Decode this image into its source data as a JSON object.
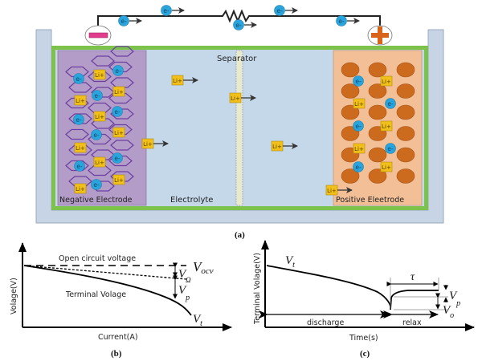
{
  "panel_a": {
    "caption": "(a)",
    "separator_label": "Separator",
    "electrolyte_label": "Electrolyte",
    "negative_electrode_label": "Negative Electrode",
    "positive_electrode_label": "Positive Eleetrode",
    "negative_terminal": "minus-icon",
    "positive_terminal": "plus-icon",
    "electron_label": "e-",
    "ion_label": "Li+",
    "colors": {
      "tank": "#c7d4e6",
      "tank_border": "#9aa9bd",
      "frame": "#7dc24b",
      "electrolyte": "#c5d8ea",
      "negative_electrode": "#b49cc8",
      "positive_electrode": "#f2bf97",
      "particle": "#cc6a1e",
      "electron": "#2aa4dc",
      "ion": "#f2c01a",
      "minus": "#e23c8c",
      "plus": "#d8641c",
      "lattice": "#6a3fa0"
    }
  },
  "panel_b": {
    "caption": "(b)",
    "ylabel": "Volage(V)",
    "xlabel": "Current(A)",
    "ocv_label": "Open circuit voltage",
    "terminal_label": "Terminal Volage",
    "v_ocv": "V",
    "v_ocv_sub": "ocv",
    "v_omega": "V",
    "v_omega_sub": "Ω",
    "v_p": "V",
    "v_p_sub": "p",
    "v_t": "V",
    "v_t_sub": "t"
  },
  "panel_c": {
    "caption": "(c)",
    "ylabel": "Terminal Volage(V)",
    "xlabel": "Time(s)",
    "discharge_label": "discharge",
    "relax_label": "relax",
    "tau_label": "τ",
    "v_t": "V",
    "v_t_sub": "t",
    "v_p": "V",
    "v_p_sub": "p",
    "v_o": "V",
    "v_o_sub": "o"
  }
}
